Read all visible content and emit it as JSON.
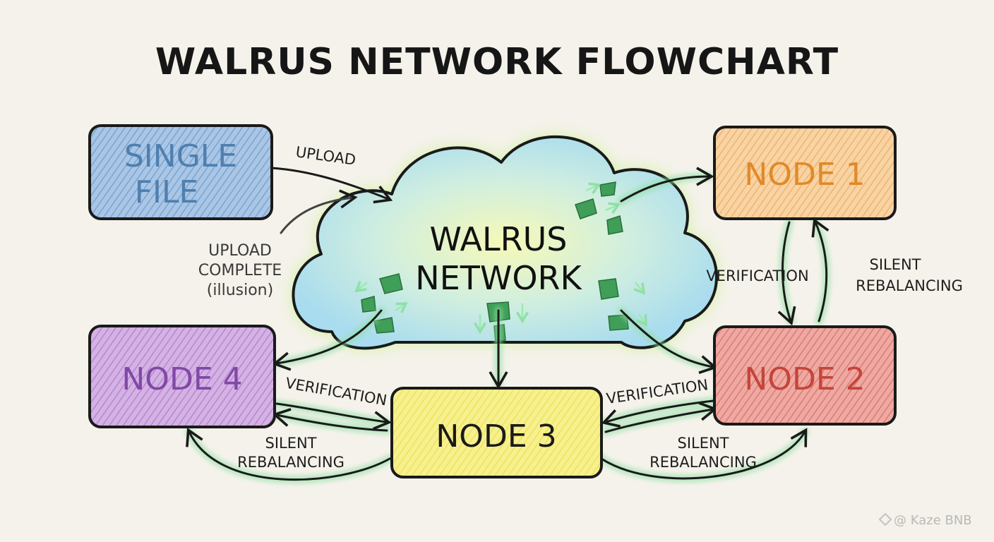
{
  "title": "WALRUS NETWORK FLOWCHART",
  "cloud": {
    "line1": "WALRUS",
    "line2": "NETWORK"
  },
  "nodes": {
    "single_file": {
      "line1": "SINGLE",
      "line2": "FILE",
      "fill": "#8fb3d9",
      "text": "#4f7fae"
    },
    "node1": {
      "label": "NODE 1",
      "fill": "#f4c48a",
      "text": "#e08a2a"
    },
    "node2": {
      "label": "NODE 2",
      "fill": "#e7918a",
      "text": "#c4453b"
    },
    "node3": {
      "label": "NODE 3",
      "fill": "#f3ea74",
      "text": "#1a1a1a"
    },
    "node4": {
      "label": "NODE 4",
      "fill": "#c49ad8",
      "text": "#8048a6"
    }
  },
  "edges": {
    "upload": "UPLOAD",
    "upload_complete": {
      "line1": "UPLOAD",
      "line2": "COMPLETE",
      "line3": "(illusion)"
    },
    "verification_n1_n2": "VERIFICATION",
    "rebalancing_n1_n2": {
      "line1": "SILENT",
      "line2": "REBALANCING"
    },
    "verification_n4_n3": "VERIFICATION",
    "rebalancing_n4_n3": {
      "line1": "SILENT",
      "line2": "REBALANCING"
    },
    "verification_n3_n2": "VERIFICATION",
    "rebalancing_n3_n2": {
      "line1": "SILENT",
      "line2": "REBALANCING"
    }
  },
  "watermark": "@ Kaze BNB",
  "colors": {
    "arrow_green": "#7fdc9a",
    "fragment_green": "#3f9e57",
    "cloud_glow": "#bff07a",
    "cloud_fill": "#c9ecef"
  }
}
